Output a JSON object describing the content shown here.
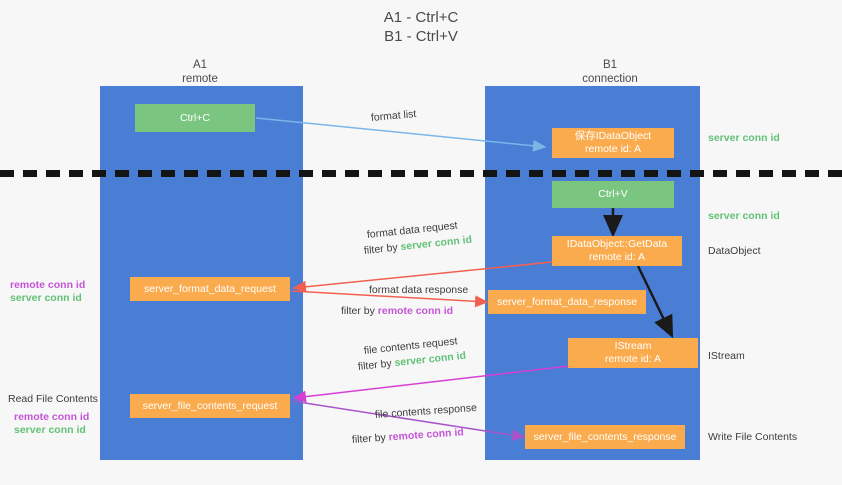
{
  "title": {
    "line1": "A1 - Ctrl+C",
    "line2": "B1 - Ctrl+V"
  },
  "columns": [
    {
      "name": "A1",
      "sub": "remote"
    },
    {
      "name": "B1",
      "sub": "connection"
    }
  ],
  "nodes": [
    {
      "id": "ctrl-c",
      "line1": "Ctrl+C",
      "line2": "",
      "color": "#7ac681"
    },
    {
      "id": "set-idataobject",
      "line1": "保存IDataObject",
      "line2": "remote id: A",
      "color": "#f9ab4e"
    },
    {
      "id": "ctrl-v",
      "line1": "Ctrl+V",
      "line2": "",
      "color": "#7ac681"
    },
    {
      "id": "idataobject-getdata",
      "line1": "IDataObject::GetData",
      "line2": "remote id: A",
      "color": "#f9ab4e"
    },
    {
      "id": "server-format-data-request",
      "line1": "server_format_data_request",
      "line2": "",
      "color": "#f9ab4e"
    },
    {
      "id": "server-format-data-response",
      "line1": "server_format_data_response",
      "line2": "",
      "color": "#f9ab4e"
    },
    {
      "id": "istream",
      "line1": "IStream",
      "line2": "remote id: A",
      "color": "#f9ab4e"
    },
    {
      "id": "server-file-contents-request",
      "line1": "server_file_contents_request",
      "line2": "",
      "color": "#f9ab4e"
    },
    {
      "id": "server-file-contents-response",
      "line1": "server_file_contents_response",
      "line2": "",
      "color": "#f9ab4e"
    }
  ],
  "edge_labels": {
    "format_list": "format list",
    "format_data_request": "format data request",
    "format_data_response": "format data response",
    "file_contents_request": "file contents request",
    "file_contents_response": "file contents response",
    "filter_by": "filter by ",
    "server_conn_id": "server conn id",
    "remote_conn_id": "remote conn id"
  },
  "right_labels": [
    {
      "id": "server-conn-id-1",
      "text": "server conn id",
      "color": "#63c177"
    },
    {
      "id": "server-conn-id-2",
      "text": "server conn id",
      "color": "#63c177"
    },
    {
      "id": "dataobject",
      "text": "DataObject",
      "color": "#3c3c3c"
    },
    {
      "id": "istream-label",
      "text": "IStream",
      "color": "#3c3c3c"
    },
    {
      "id": "write-file-contents",
      "text": "Write File Contents",
      "color": "#3c3c3c"
    }
  ],
  "left_labels": {
    "group1": {
      "remote": "remote conn id",
      "server": "server conn id"
    },
    "read_file_contents": "Read File Contents",
    "group2": {
      "remote": "remote conn id",
      "server": "server conn id"
    }
  },
  "colors": {
    "lane": "#4a7ed4",
    "green_node": "#7ac681",
    "orange_node": "#f9ab4e",
    "green_text": "#63c177",
    "purple_text": "#c455d6",
    "arrow_blue": "#7ab6e8",
    "arrow_red": "#f4604f",
    "arrow_dark": "#1a1a1a",
    "arrow_magenta": "#d63fd6",
    "arrow_purple": "#a755c8",
    "background": "#f7f7f7"
  }
}
